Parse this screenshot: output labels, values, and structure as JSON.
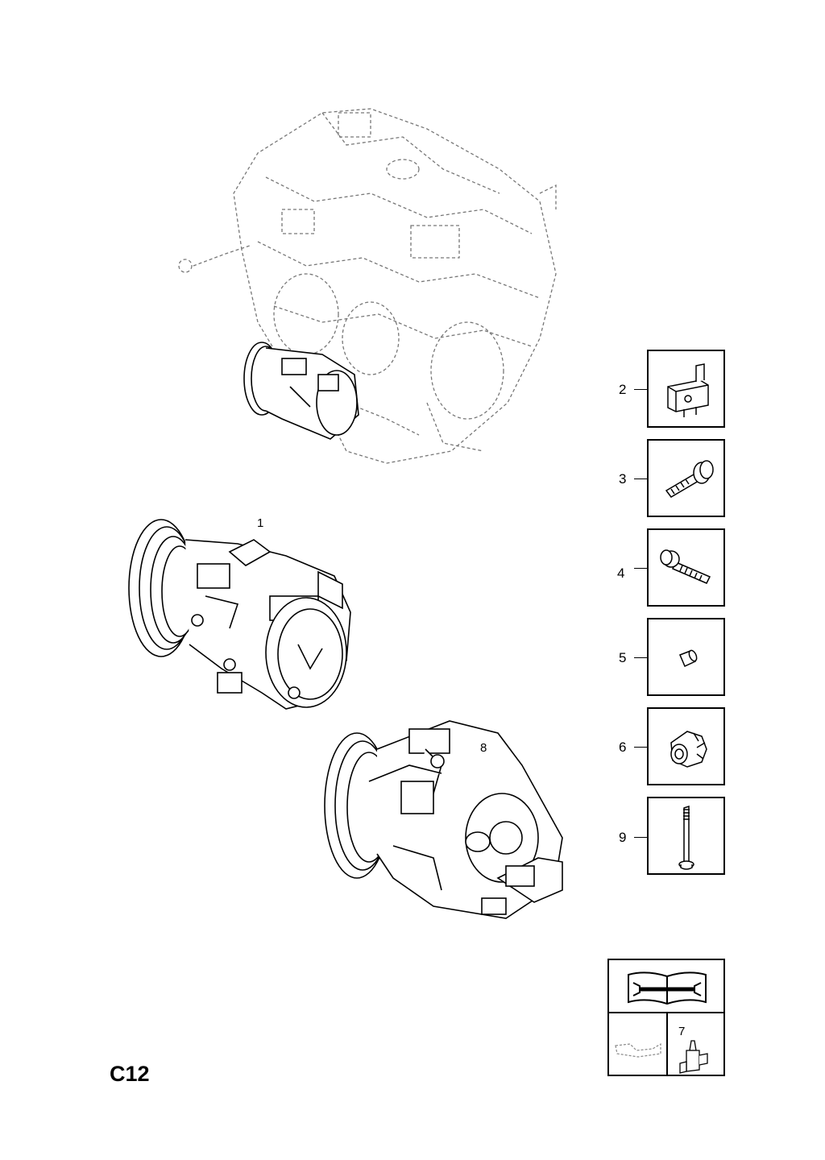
{
  "page_code": "C12",
  "callouts": {
    "part1": "1",
    "part8": "8",
    "part7": "7"
  },
  "parts_column": [
    {
      "number": "2",
      "icon": "relay-icon"
    },
    {
      "number": "3",
      "icon": "bolt-icon"
    },
    {
      "number": "4",
      "icon": "bolt-flange-icon"
    },
    {
      "number": "5",
      "icon": "sleeve-icon"
    },
    {
      "number": "6",
      "icon": "nut-icon"
    },
    {
      "number": "9",
      "icon": "stud-bolt-icon"
    }
  ],
  "manual_box": {
    "icon": "service-manual-wrench-icon",
    "left_icon": "seal-drawing-icon",
    "right_icon": "sealant-bottle-icon"
  }
}
